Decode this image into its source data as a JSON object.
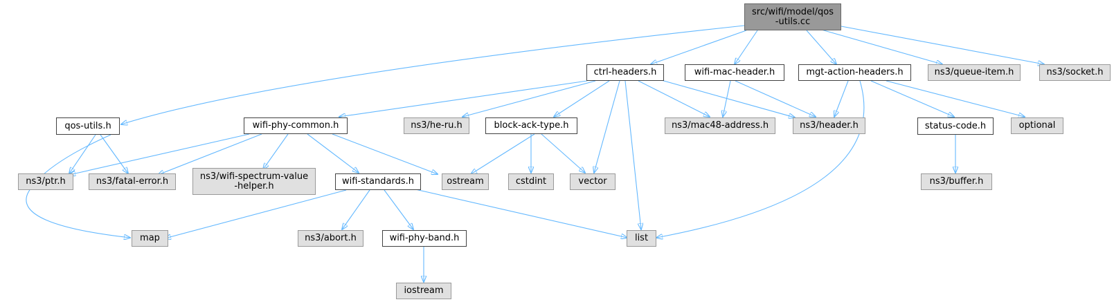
{
  "colors": {
    "edge": "#63b8ff",
    "root_fill": "#999999",
    "doc_fill": "#ffffff",
    "doc_border": "#404040",
    "sys_fill": "#e0e0e0",
    "sys_border": "#999999"
  },
  "nodes": {
    "root": {
      "line1": "src/wifi/model/qos",
      "line2": "-utils.cc"
    },
    "ctrl_headers": {
      "label": "ctrl-headers.h"
    },
    "wifi_mac_header": {
      "label": "wifi-mac-header.h"
    },
    "mgt_action_headers": {
      "label": "mgt-action-headers.h"
    },
    "ns3_queue_item": {
      "label": "ns3/queue-item.h"
    },
    "ns3_socket": {
      "label": "ns3/socket.h"
    },
    "qos_utils_h": {
      "label": "qos-utils.h"
    },
    "wifi_phy_common": {
      "label": "wifi-phy-common.h"
    },
    "ns3_he_ru": {
      "label": "ns3/he-ru.h"
    },
    "block_ack_type": {
      "label": "block-ack-type.h"
    },
    "ns3_mac48_address": {
      "label": "ns3/mac48-address.h"
    },
    "ns3_header": {
      "label": "ns3/header.h"
    },
    "status_code": {
      "label": "status-code.h"
    },
    "optional": {
      "label": "optional"
    },
    "ns3_ptr": {
      "label": "ns3/ptr.h"
    },
    "ns3_fatal_error": {
      "label": "ns3/fatal-error.h"
    },
    "ns3_wifi_spectrum": {
      "line1": "ns3/wifi-spectrum-value",
      "line2": "-helper.h"
    },
    "wifi_standards": {
      "label": "wifi-standards.h"
    },
    "ostream": {
      "label": "ostream"
    },
    "cstdint": {
      "label": "cstdint"
    },
    "vector": {
      "label": "vector"
    },
    "ns3_buffer": {
      "label": "ns3/buffer.h"
    },
    "map": {
      "label": "map"
    },
    "ns3_abort": {
      "label": "ns3/abort.h"
    },
    "wifi_phy_band": {
      "label": "wifi-phy-band.h"
    },
    "list": {
      "label": "list"
    },
    "iostream": {
      "label": "iostream"
    }
  }
}
